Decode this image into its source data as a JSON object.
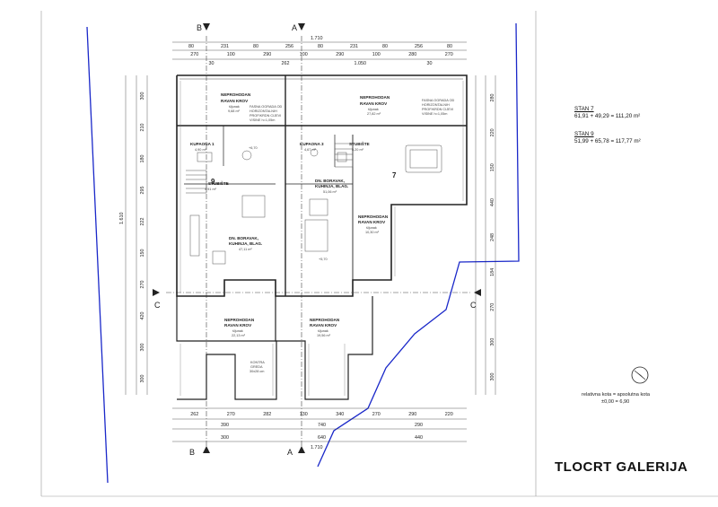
{
  "title": "TLOCRT GALERIJA",
  "units": [
    {
      "name": "STAN 7",
      "area": "61,91 + 49,29 = 111,20 m²"
    },
    {
      "name": "STAN 9",
      "area": "51,99 + 65,78 = 117,77 m²"
    }
  ],
  "kota": {
    "line1": "relativna kota = apsolutna kota",
    "line2": "±0,00 = 6,90"
  },
  "section_markers": {
    "a": "A",
    "b": "B",
    "c": "C"
  },
  "rooms": {
    "roof_top_left": {
      "name1": "NEPROHODAN",
      "name2": "RAVAN KROV",
      "sub": "šljunak",
      "area": "9,68 m²"
    },
    "roof_top_right": {
      "name1": "NEPROHODAN",
      "name2": "RAVAN KROV",
      "sub": "šljunak",
      "area": "27,82 m²"
    },
    "roof_right": {
      "name1": "NEPROHODAN",
      "name2": "RAVAN KROV",
      "sub": "šljunak",
      "area": "10,30 m²"
    },
    "roof_bottom_left": {
      "name1": "NEPROHODAN",
      "name2": "RAVAN KROV",
      "sub": "šljunak",
      "area": "22,13 m²"
    },
    "roof_bottom_mid": {
      "name1": "NEPROHODAN",
      "name2": "RAVAN KROV",
      "sub": "šljunak",
      "area": "19,56 m²"
    },
    "kupaona_1": {
      "name": "KUPAONA 1",
      "area": "4,90 m²"
    },
    "kupaona_3": {
      "name": "KUPAONA 3",
      "area": "4,67 m²"
    },
    "stubiste_l": {
      "name": "STUBIŠTE",
      "area": "4,91 m²"
    },
    "stubiste_r": {
      "name": "STUBIŠTE",
      "area": "5,20 m²"
    },
    "boravak_9": {
      "name1": "DN. BORAVAK,",
      "name2": "KUHINJA, BLAG.",
      "area": "47,11 m²"
    },
    "boravak_7": {
      "name1": "DN. BORAVAK,",
      "name2": "KUHINJA, BLAG.",
      "area": "51,06 m²"
    },
    "facade_note_1": {
      "l1": "FASNA OGRADA OD",
      "l2": "HORIZONTALNIH",
      "l3": "PROFIKRDN CIJEVI",
      "l4": "VISINE h=1,05m"
    },
    "facade_note_2": {
      "l1": "FASNA OGRADA OD",
      "l2": "HORIZONTALNIH",
      "l3": "PROFIKRDN CIJEVI",
      "l4": "VISINE h=1,05m"
    },
    "kontra": {
      "l1": "KONTRA",
      "l2": "GREDA",
      "l3": "30x28 cm"
    }
  },
  "unit_numbers": {
    "left": "9",
    "right": "7"
  },
  "levels": {
    "l1": "+6,70",
    "l2": "+5,70"
  },
  "dims": {
    "top_total": "1.710",
    "top_row1": [
      "80",
      "231",
      "80",
      "256",
      "80",
      "231",
      "80",
      "256",
      "80"
    ],
    "top_row2": [
      "270",
      "100",
      "290",
      "100",
      "290",
      "100",
      "280",
      "270"
    ],
    "top_row3": [
      "30",
      "262",
      "1.050",
      "30"
    ],
    "bottom_row1": [
      "262",
      "270",
      "282",
      "130",
      "340",
      "270",
      "290",
      "220"
    ],
    "bottom_row2": [
      "390",
      "740",
      "290"
    ],
    "bottom_row3": [
      "300",
      "640",
      "440"
    ],
    "bottom_total": "1.710",
    "left_total": "1.610",
    "left_col": [
      "300",
      "210",
      "180",
      "295",
      "222",
      "150",
      "270",
      "420",
      "300",
      "300"
    ],
    "right_col": [
      "280",
      "220",
      "150",
      "440",
      "248",
      "184",
      "270",
      "300",
      "300"
    ]
  }
}
